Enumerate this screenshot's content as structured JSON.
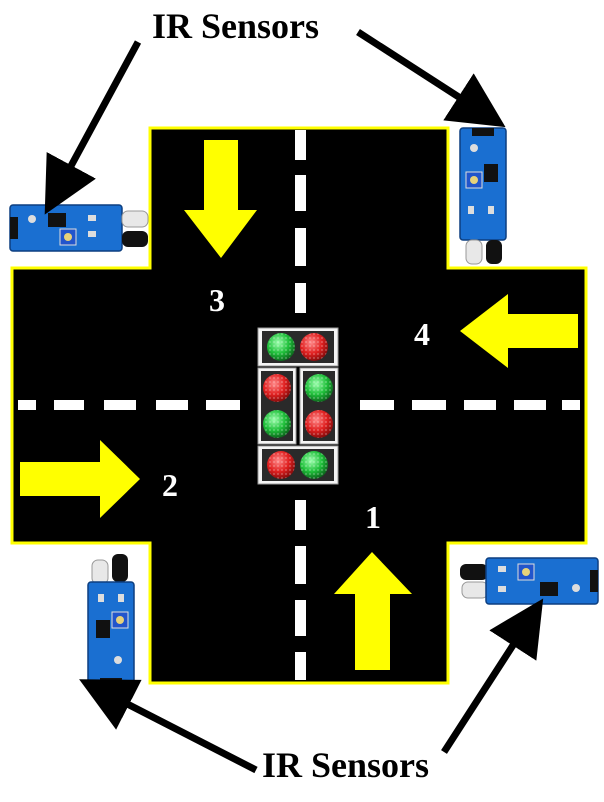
{
  "labels": {
    "top": "IR Sensors",
    "bottom": "IR Sensors"
  },
  "lanes": [
    {
      "number": "3",
      "arrow": "down"
    },
    {
      "number": "4",
      "arrow": "left"
    },
    {
      "number": "2",
      "arrow": "right"
    },
    {
      "number": "1",
      "arrow": "up"
    }
  ],
  "traffic_lights": [
    {
      "position": "top",
      "lamps": [
        "green",
        "red"
      ]
    },
    {
      "position": "left",
      "lamps": [
        "red",
        "green"
      ]
    },
    {
      "position": "right",
      "lamps": [
        "green",
        "red"
      ]
    },
    {
      "position": "bottom",
      "lamps": [
        "red",
        "green"
      ]
    }
  ],
  "sensors": [
    {
      "position": "top-left"
    },
    {
      "position": "top-right"
    },
    {
      "position": "bottom-left"
    },
    {
      "position": "bottom-right"
    }
  ],
  "colors": {
    "road": "#000000",
    "road_edge": "#ffff00",
    "lane_marking": "#ffffff",
    "arrow": "#ffff00",
    "lamp_red": "#e02020",
    "lamp_green": "#1fbf3a",
    "sensor_board": "#1a6fd1",
    "pointer": "#000000"
  }
}
